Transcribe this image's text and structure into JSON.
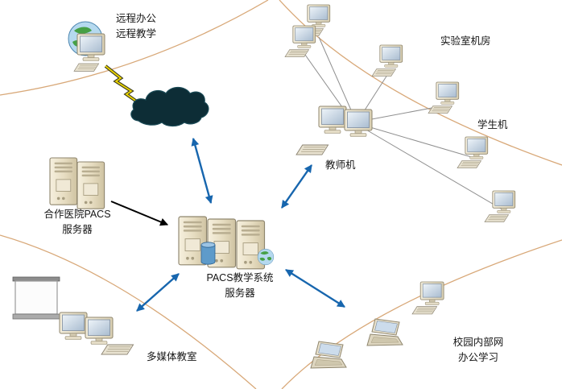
{
  "labels": {
    "remote_line1": "远程办公",
    "remote_line2": "远程教学",
    "lab_room": "实验室机房",
    "students": "学生机",
    "teacher": "教师机",
    "hospital1": "合作医院PACS",
    "hospital2": "服务器",
    "pacs1": "PACS教学系统",
    "pacs2": "服务器",
    "multimedia": "多媒体教室",
    "campus1": "校园内部网",
    "campus2": "办公学习"
  },
  "colors": {
    "arrow_blue": "#1766ae",
    "arrow_black": "#000000",
    "boundary_curve_tan": "#d8a878",
    "cloud_dark": "#0d2d36",
    "connector_gray": "#8f8f8f",
    "lightning_yellow": "#ecd500",
    "device_beige": "#e9e1cb",
    "screen_blue": "#c9d9e9"
  },
  "icons": {
    "internet": "cloud-icon",
    "remote_terminal": "globe-icon + monitor-icon",
    "wan_link": "lightning-bolt-icon",
    "servers": "server-tower-icon",
    "database": "database-cylinder-icon",
    "workstation": "desktop-computer-icon",
    "portable": "laptop-icon",
    "projection": "projector-screen-icon"
  }
}
